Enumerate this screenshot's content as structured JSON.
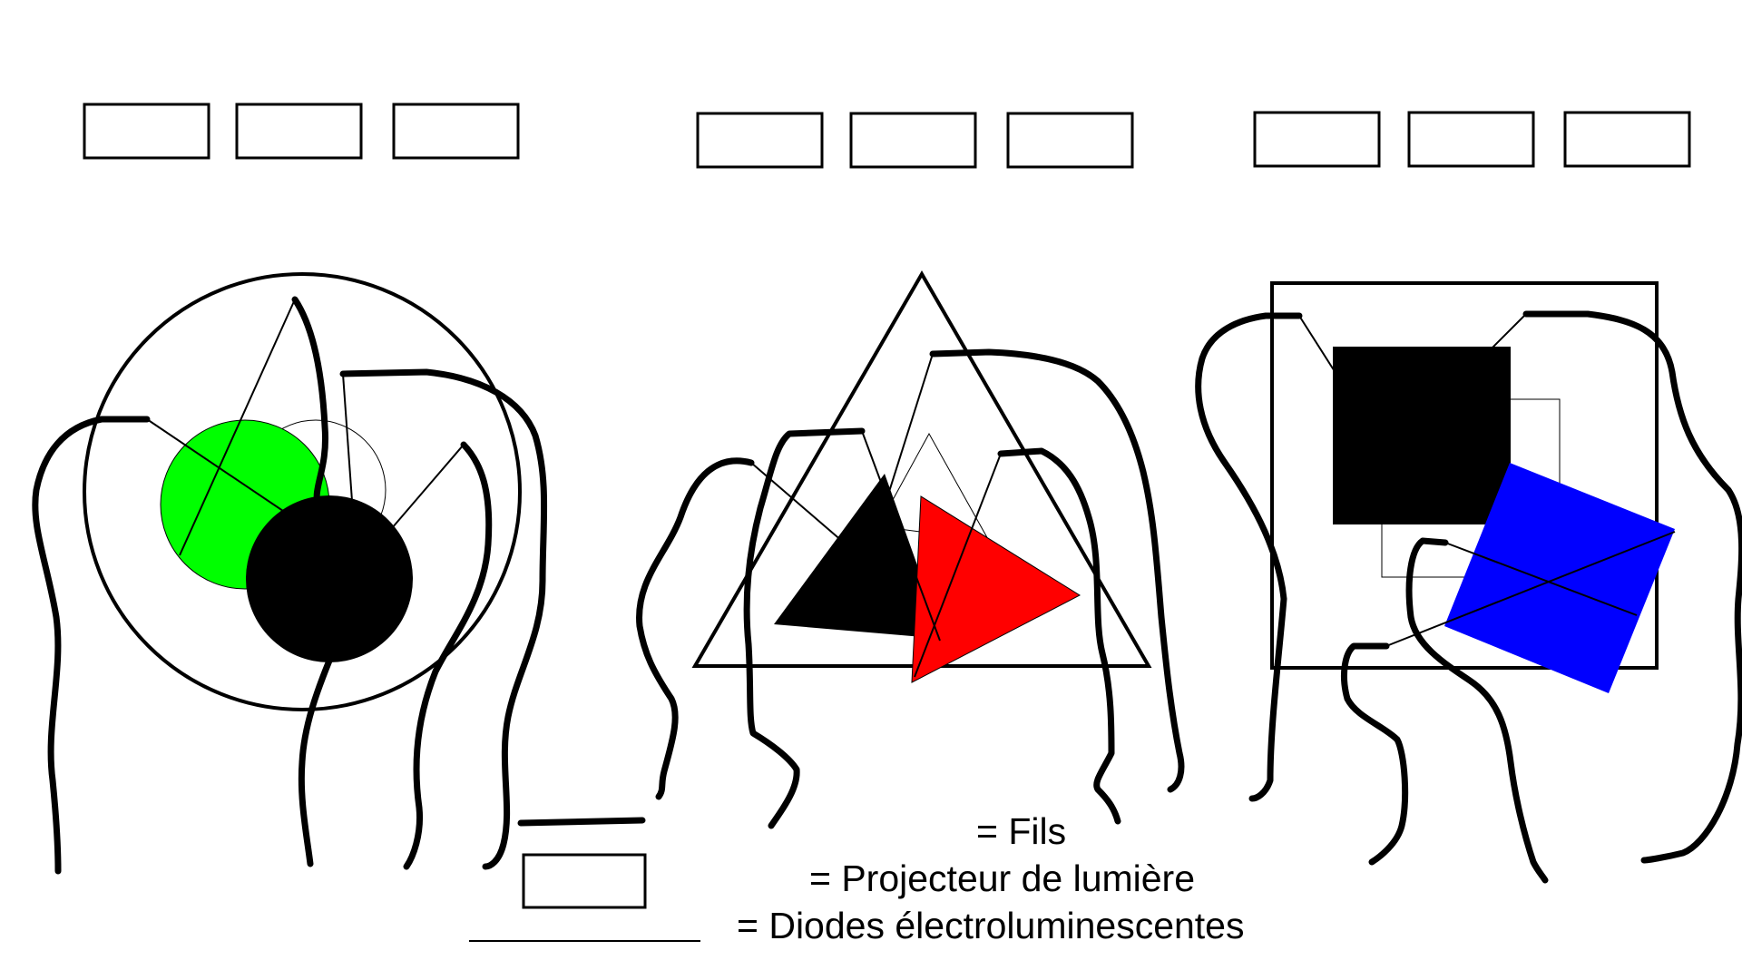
{
  "colors": {
    "background": "#ffffff",
    "outline": "#000000",
    "green_disc": "#00ff00",
    "red_triangle": "#ff0000",
    "blue_square": "#0000ff",
    "black_shape": "#000000"
  },
  "legend": {
    "wires_label": "=  Fils",
    "projector_label": "= Projecteur de lumière",
    "leds_label": "= Diodes électroluminescentes"
  },
  "groups": [
    {
      "name": "circles",
      "projectors": 3
    },
    {
      "name": "triangles",
      "projectors": 3
    },
    {
      "name": "squares",
      "projectors": 3
    }
  ]
}
